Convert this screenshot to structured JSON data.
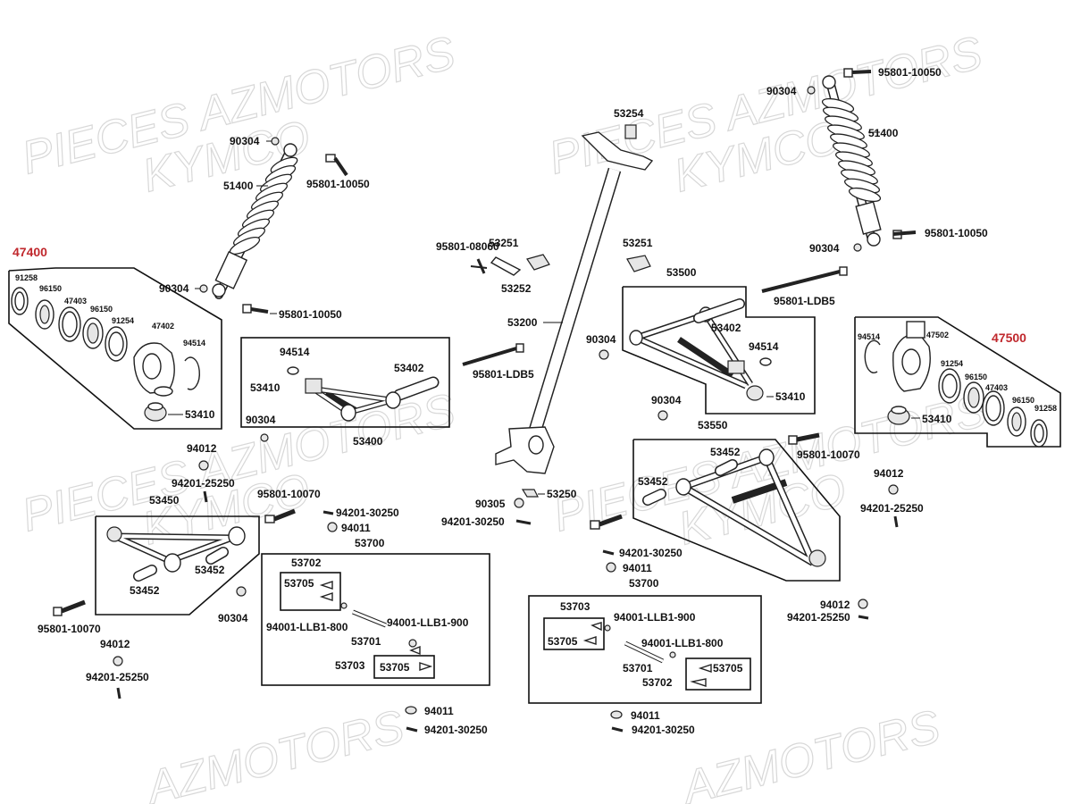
{
  "watermarks": [
    "PIECES AZMOTORS",
    "KYMCO",
    "PIECES AZMOTORS",
    "KYMCO",
    "PIECES AZMOTORS",
    "KYMCO",
    "PIECES AZMOTORS",
    "KYMCO",
    "AZMOTORS",
    "AZMOTORS"
  ],
  "colors": {
    "assembly_label": "#c0282d",
    "line": "#111111",
    "watermark": "#d8d8d8"
  },
  "assemblies": {
    "left_knuckle": "47400",
    "right_knuckle": "47500"
  },
  "left_shock": {
    "nut_top": "90304",
    "shock": "51400",
    "bolt_top": "95801-10050",
    "nut_bottom": "90304",
    "bolt_bottom": "95801-10050"
  },
  "left_knuckle_parts": [
    "91258",
    "96150",
    "47403",
    "96150",
    "91254",
    "47402",
    "94514",
    "53410"
  ],
  "upper_arm_left": {
    "washer": "94514",
    "bushing": "53402",
    "balljoint": "53410",
    "nut": "90304",
    "arm": "53400"
  },
  "lower_arm_left": {
    "nut": "94012",
    "bolt_small": "94201-25250",
    "arm": "53450",
    "bolt": "95801-10070",
    "bushing_a": "53452",
    "bushing_b": "53452",
    "nut2": "90304",
    "bolt_long": "95801-10070",
    "nut3": "94012",
    "bolt_small2": "94201-25250"
  },
  "tie_rod_left": {
    "pin_top": "94201-30250",
    "nut_top": "94011",
    "assembly": "53700",
    "end_a": "53702",
    "end_a_sub": "53705",
    "nut_a": "94001-LLB1-800",
    "nut_b": "94001-LLB1-900",
    "rod": "53701",
    "end_b": "53703",
    "end_b_sub": "53705",
    "nut_bottom": "94011",
    "pin_bottom": "94201-30250"
  },
  "steering": {
    "bushing_top": "53254",
    "bolt": "95801-08060",
    "bracket": "53251",
    "plate": "53252",
    "column": "53200",
    "bolt_long": "95801-LDB5",
    "nut": "90305",
    "clip": "53250",
    "pin": "94201-30250"
  },
  "upper_arm_right": {
    "bracket": "53251",
    "arm": "53500",
    "bolt": "95801-LDB5",
    "nut": "90304",
    "bushing": "53402",
    "washer": "94514",
    "balljoint": "53410"
  },
  "lower_arm_right": {
    "nut": "90304",
    "arm": "53550",
    "bushing_a": "53452",
    "bushing_b": "53452",
    "bolt": "95801-10070",
    "nut2": "94012",
    "pin2": "94201-25250"
  },
  "right_shock": {
    "bolt_top": "95801-10050",
    "nut_top": "90304",
    "shock": "51400",
    "bolt_bottom": "95801-10050",
    "nut_bottom": "90304",
    "bolt_long": "95801-LDB5"
  },
  "right_knuckle_parts": [
    "94514",
    "47502",
    "91254",
    "96150",
    "47403",
    "96150",
    "91258",
    "53410"
  ],
  "tie_rod_right": {
    "pin_top": "94201-30250",
    "nut_top": "94011",
    "assembly": "53700",
    "end_a": "53703",
    "nut_a": "94001-LLB1-900",
    "end_a_sub": "53705",
    "nut_b": "94001-LLB1-800",
    "rod": "53701",
    "end_b": "53702",
    "end_b_sub": "53705",
    "nut_bottom": "94011",
    "pin_bottom": "94201-30250",
    "nut_extra": "94012",
    "pin_extra": "94201-25250"
  }
}
